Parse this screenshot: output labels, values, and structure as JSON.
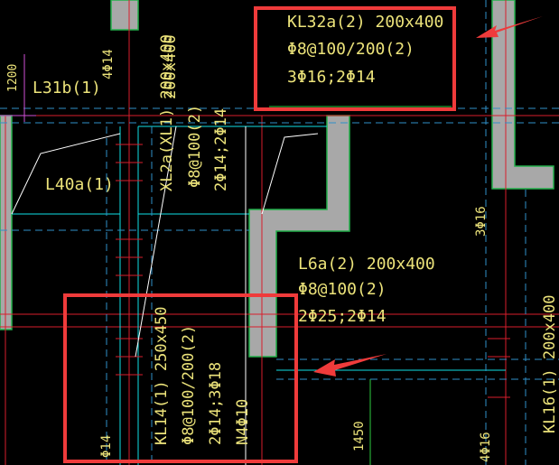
{
  "colors": {
    "background": "#000000",
    "wall": "#a8a8a8",
    "wall_edge": "#22b04a",
    "axis": "#d81e2c",
    "beam_edge": "#0fe0e6",
    "dashed": "#2f8fc8",
    "text": "#ece37a",
    "white": "#ffffff",
    "green": "#2ecc40",
    "magenta": "#d14fd6",
    "callout": "#ef3b3b"
  },
  "labels": {
    "kl32a_name": "KL32a(2) 200x400",
    "kl32a_stirrup": "Φ8@100/200(2)",
    "kl32a_bars": "3Φ16;2Φ14",
    "l31b": "L31b(1)",
    "l40a": "L40a(1)",
    "dim_1200": "1200",
    "top_4phi14": "4Φ14",
    "top_200x400": "200x400",
    "xl2a_name": "XL2a(XL1) 200x400",
    "xl2a_stirrup": "Φ8@100(2)",
    "xl2a_bars": "2Φ14;2Φ14",
    "l6a_name": "L6a(2) 200x400",
    "l6a_stirrup": "Φ8@100(2)",
    "l6a_bars": "2Φ25;2Φ14",
    "right_3phi16": "3Φ16",
    "kl14_name": "KL14(1) 250x450",
    "kl14_stirrup": "Φ8@100/200(2)",
    "kl14_bars": "2Φ14;3Φ18",
    "kl14_waist": "N4Φ10",
    "bottom_phi14": "Φ14",
    "dim_1450": "1450",
    "bottom_right_4phi16": "4Φ16",
    "right_edge_l16": "KL16(1) 200x400"
  }
}
